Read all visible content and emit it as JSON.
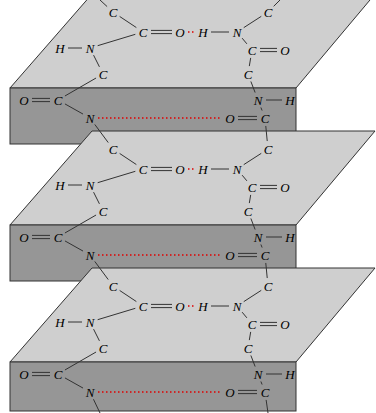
{
  "diagram": {
    "labels": [
      "C",
      "C",
      "C",
      "O",
      "H",
      "N",
      "H",
      "N",
      "C",
      "O",
      "C",
      "C",
      "O",
      "C",
      "N",
      "H",
      "N",
      "O",
      "C",
      "C",
      "C",
      "C",
      "O",
      "H",
      "N",
      "H",
      "N",
      "C",
      "O",
      "C",
      "C",
      "O",
      "C",
      "N",
      "H",
      "N",
      "O",
      "C",
      "C",
      "C",
      "C",
      "O",
      "H",
      "N",
      "H",
      "N",
      "C",
      "O",
      "C",
      "C",
      "O",
      "C",
      "N",
      "H",
      "N",
      "O",
      "C"
    ]
  }
}
